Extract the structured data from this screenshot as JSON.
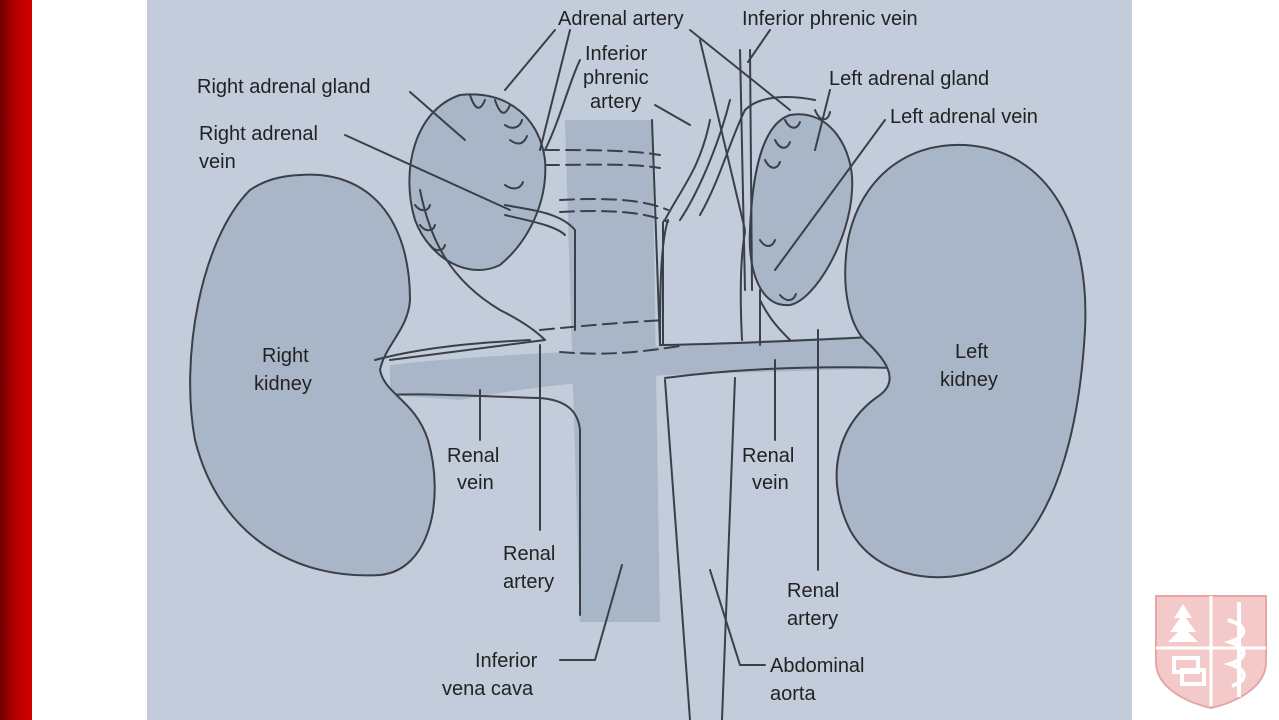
{
  "labels": {
    "adrenal_artery": "Adrenal artery",
    "inferior_phrenic_vein": "Inferior phrenic vein",
    "inferior_phrenic_artery_1": "Inferior",
    "inferior_phrenic_artery_2": "phrenic",
    "inferior_phrenic_artery_3": "artery",
    "right_adrenal_gland": "Right adrenal gland",
    "left_adrenal_gland": "Left adrenal gland",
    "right_adrenal_vein_1": "Right adrenal",
    "right_adrenal_vein_2": "vein",
    "left_adrenal_vein": "Left adrenal vein",
    "right_kidney_1": "Right",
    "right_kidney_2": "kidney",
    "left_kidney_1": "Left",
    "left_kidney_2": "kidney",
    "renal_vein_right_1": "Renal",
    "renal_vein_right_2": "vein",
    "renal_vein_left_1": "Renal",
    "renal_vein_left_2": "vein",
    "renal_artery_right_1": "Renal",
    "renal_artery_right_2": "artery",
    "renal_artery_left_1": "Renal",
    "renal_artery_left_2": "artery",
    "ivc_1": "Inferior",
    "ivc_2": "vena cava",
    "aorta_1": "Abdominal",
    "aorta_2": "aorta"
  },
  "colors": {
    "background": "#c2ccdb",
    "organ_fill": "#a9b6c8",
    "outline": "#3a3f48",
    "accent_red": "#cc0000"
  }
}
